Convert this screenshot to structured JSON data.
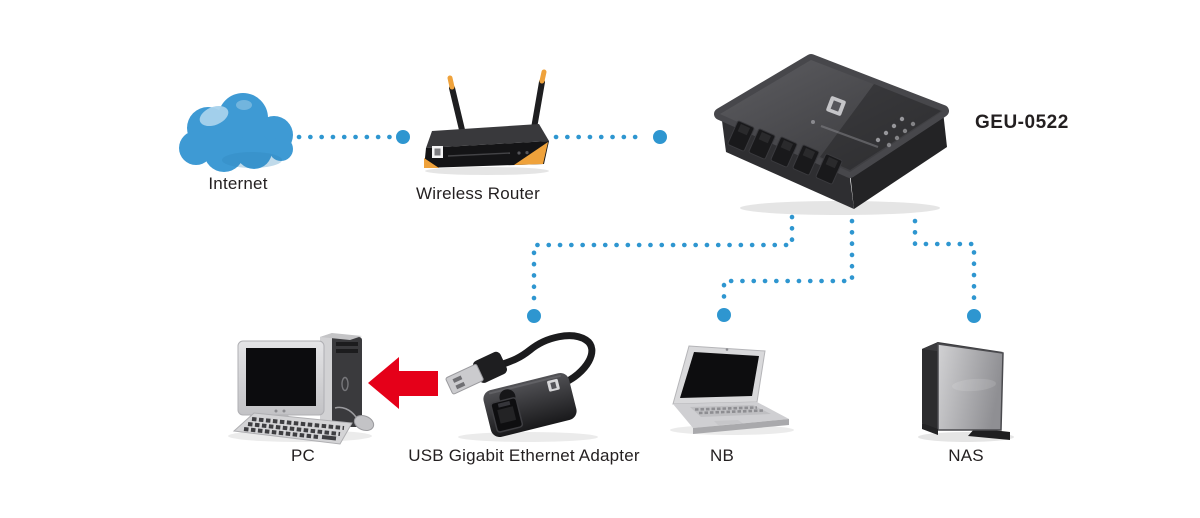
{
  "diagram": {
    "title": "GEU-0522 network application diagram",
    "nodes": {
      "internet": {
        "label": "Internet",
        "icon": "cloud-icon"
      },
      "router": {
        "label": "Wireless Router",
        "icon": "wireless-router-icon"
      },
      "switch": {
        "label": "GEU-0522",
        "icon": "ethernet-switch-icon"
      },
      "pc": {
        "label": "PC",
        "icon": "desktop-pc-icon"
      },
      "adapter": {
        "label": "USB Gigabit Ethernet Adapter",
        "icon": "usb-ethernet-adapter-icon"
      },
      "nb": {
        "label": "NB",
        "icon": "notebook-icon"
      },
      "nas": {
        "label": "NAS",
        "icon": "nas-icon"
      }
    },
    "connections": [
      {
        "from": "internet",
        "to": "router",
        "style": "dotted-blue"
      },
      {
        "from": "router",
        "to": "switch",
        "style": "dotted-blue"
      },
      {
        "from": "switch",
        "to": "adapter",
        "style": "dotted-blue"
      },
      {
        "from": "switch",
        "to": "nb",
        "style": "dotted-blue"
      },
      {
        "from": "switch",
        "to": "nas",
        "style": "dotted-blue"
      },
      {
        "from": "adapter",
        "to": "pc",
        "style": "red-arrow"
      }
    ],
    "colors": {
      "background": "#FFFFFF",
      "connector_blue": "#2E96D0",
      "arrow_red": "#E50019",
      "label_text": "#231F20",
      "cloud_blue": "#3E9AD4",
      "device_orange": "#EFA23B"
    }
  }
}
